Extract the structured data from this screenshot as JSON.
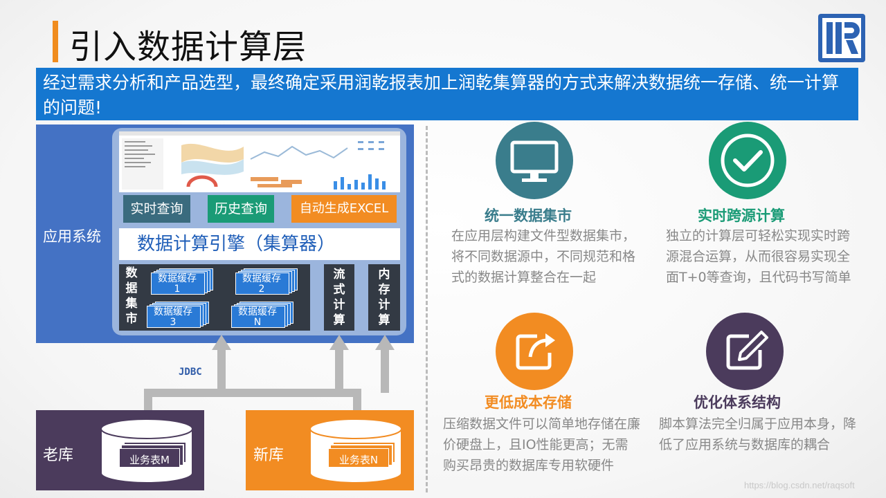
{
  "title": "引入数据计算层",
  "banner": "经过需求分析和产品选型，最终确定采用润乾报表加上润乾集算器的方式来解决数据统一存储、统一计算的问题!",
  "colors": {
    "accent": "#f08c1e",
    "banner": "#1577d0",
    "app_panel": "#4472c4",
    "teal": "#3a7d8c",
    "green": "#1a9b76",
    "orange": "#f28c22",
    "purple": "#4b3b5c"
  },
  "app": {
    "label": "应用系统",
    "buttons": [
      "实时查询",
      "历史查询",
      "自动生成EXCEL"
    ],
    "engine": "数据计算引擎（集算器）",
    "datamart_label": [
      "数",
      "据",
      "集",
      "市"
    ],
    "caches": [
      {
        "label": "数据缓存",
        "num": "1"
      },
      {
        "label": "数据缓存",
        "num": "2"
      },
      {
        "label": "数据缓存",
        "num": "3"
      },
      {
        "label": "数据缓存",
        "num": "N"
      }
    ],
    "stream_label": [
      "流",
      "式",
      "计",
      "算"
    ],
    "memory_label": [
      "内",
      "存",
      "计",
      "算"
    ]
  },
  "jdbc": "JDBC",
  "databases": [
    {
      "label": "老库",
      "table": "业务表M",
      "color": "#4b3b5c"
    },
    {
      "label": "新库",
      "table": "业务表N",
      "color": "#f28c22"
    }
  ],
  "features": [
    {
      "icon": "monitor-icon",
      "title": "统一数据集市",
      "desc": "在应用层构建文件型数据集市，将不同数据源中，不同规范和格式的数据计算整合在一起"
    },
    {
      "icon": "check-circle-icon",
      "title": "实时跨源计算",
      "desc": "独立的计算层可轻松实现实时跨源混合运算，从而很容易实现全面T+0等查询，且代码书写简单"
    },
    {
      "icon": "share-icon",
      "title": "更低成本存储",
      "desc": "压缩数据文件可以简单地存储在廉价硬盘上，且IO性能更高；无需购买昂贵的数据库专用软硬件"
    },
    {
      "icon": "edit-icon",
      "title": "优化体系结构",
      "desc": "脚本算法完全归属于应用本身，降低了应用系统与数据库的耦合"
    }
  ],
  "watermark": "https://blog.csdn.net/raqsoft"
}
